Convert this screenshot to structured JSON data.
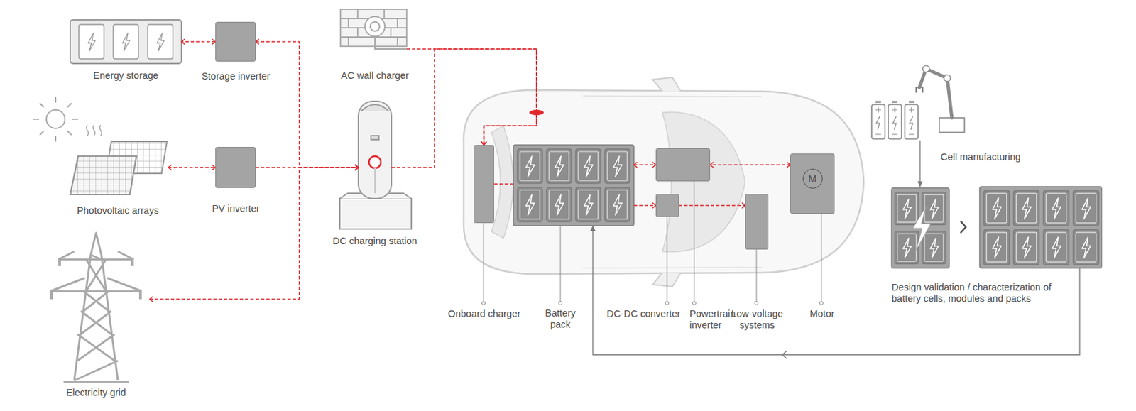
{
  "diagram": {
    "nodes": [
      {
        "text": [
          "Energy storage"
        ]
      },
      {
        "text": [
          "Storage inverter"
        ]
      },
      {
        "text": [
          "Photovoltaic arrays"
        ]
      },
      {
        "text": [
          "PV inverter"
        ]
      },
      {
        "text": [
          "Electricity grid"
        ]
      },
      {
        "text": [
          "AC wall charger"
        ]
      },
      {
        "text": [
          "DC charging station"
        ]
      },
      {
        "text": [
          "Onboard charger"
        ]
      },
      {
        "text": [
          "Battery pack"
        ]
      },
      {
        "text": [
          "DC-DC converter"
        ]
      },
      {
        "text": [
          "Powertrain inverter"
        ]
      },
      {
        "text": [
          "Low-voltage systems"
        ]
      },
      {
        "text": [
          "M",
          "Motor"
        ]
      },
      {
        "text": [
          "Cell manufacturing"
        ]
      },
      {
        "text": [
          "Design validation / characterization of battery cells, modules and packs"
        ]
      }
    ],
    "edges": [
      {
        "from": 1,
        "to": 0,
        "arrow": "both"
      },
      {
        "from": 1,
        "to": 6,
        "arrow": "both"
      },
      {
        "from": 2,
        "to": 3,
        "arrow": "both"
      },
      {
        "from": 3,
        "to": 6,
        "arrow": "to"
      },
      {
        "from": 4,
        "to": 6,
        "arrow": "both"
      },
      {
        "from": 5,
        "to": 7,
        "arrow": "to"
      },
      {
        "from": 6,
        "to": 7,
        "arrow": "to"
      },
      {
        "from": 7,
        "to": 8,
        "arrow": "none"
      },
      {
        "from": 8,
        "to": 10,
        "arrow": "both"
      },
      {
        "from": 12,
        "to": 10,
        "arrow": "both"
      },
      {
        "from": 8,
        "to": 9,
        "arrow": "to"
      },
      {
        "from": 9,
        "to": 11,
        "arrow": "to"
      },
      {
        "from": 13,
        "to": 14,
        "arrow": "to"
      },
      {
        "from": 14,
        "to": 8,
        "arrow": "to"
      }
    ]
  }
}
